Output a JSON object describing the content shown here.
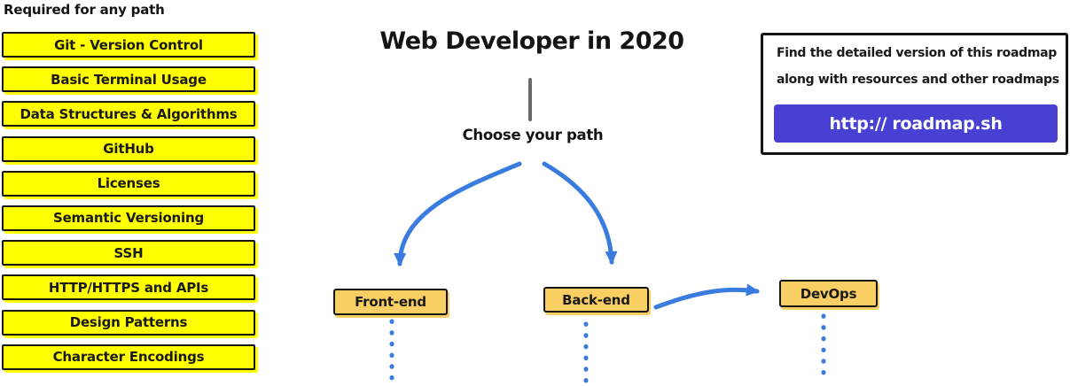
{
  "required_section": {
    "header": "Required for any path",
    "items": [
      "Git - Version Control",
      "Basic Terminal Usage",
      "Data Structures & Algorithms",
      "GitHub",
      "Licenses",
      "Semantic Versioning",
      "SSH",
      "HTTP/HTTPS and APIs",
      "Design Patterns",
      "Character Encodings"
    ]
  },
  "main": {
    "title": "Web Developer in 2020",
    "choose_path_label": "Choose your path",
    "paths": {
      "frontend": "Front-end",
      "backend": "Back-end",
      "devops": "DevOps"
    }
  },
  "info_card": {
    "line1": "Find the detailed version of this roadmap",
    "line2": "along with resources and other roadmaps",
    "url_button_label": "http:// roadmap.sh"
  },
  "colors": {
    "topic_yellow": "#FFFF00",
    "path_orange": "#F9CE63",
    "arrow_blue": "#3A7BDF",
    "button_indigo": "#4840D3",
    "connector_gray": "#6A6A6A"
  }
}
